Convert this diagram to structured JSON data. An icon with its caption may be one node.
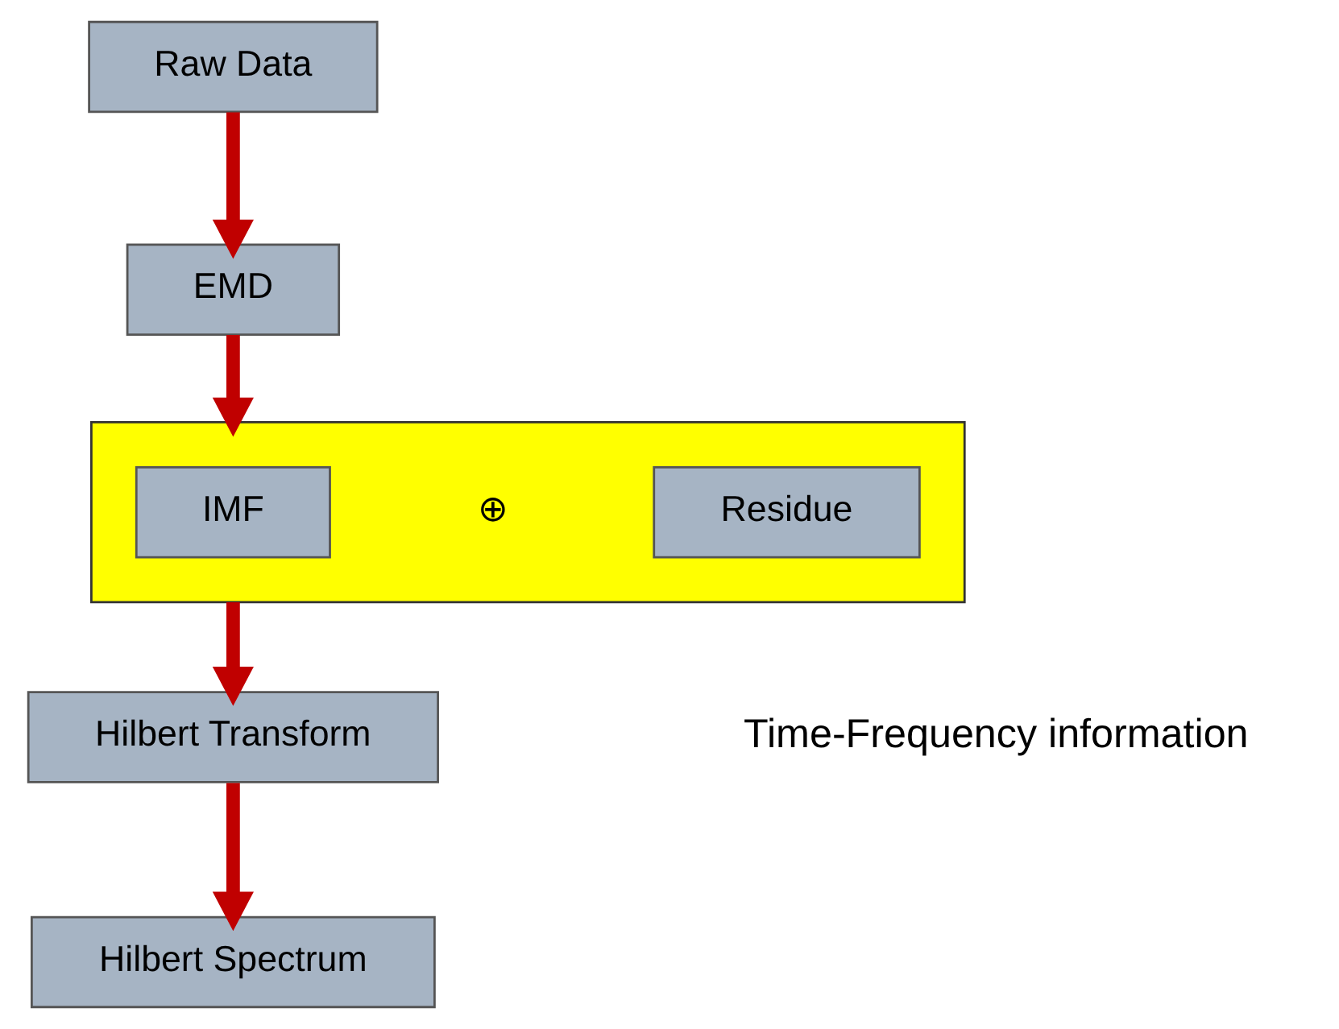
{
  "diagram": {
    "nodes": [
      {
        "text": [
          "Raw Data"
        ]
      },
      {
        "text": [
          "EMD"
        ]
      },
      {
        "text": [],
        "shape": "box"
      },
      {
        "text": [
          "IMF"
        ],
        "in": 2
      },
      {
        "text": [
          "⊕"
        ],
        "in": 2
      },
      {
        "text": [
          "Residue"
        ],
        "in": 2
      },
      {
        "text": [
          "Hilbert Transform"
        ]
      },
      {
        "text": [
          "Hilbert Spectrum"
        ]
      }
    ],
    "edges": [
      {
        "from": 0,
        "to": 1,
        "arrow": "to"
      },
      {
        "from": 1,
        "to": 2,
        "arrow": "to"
      },
      {
        "from": 2,
        "to": 6,
        "arrow": "to"
      },
      {
        "from": 6,
        "to": 7,
        "arrow": "to"
      }
    ],
    "labels": [
      "Time-Frequency information"
    ]
  }
}
